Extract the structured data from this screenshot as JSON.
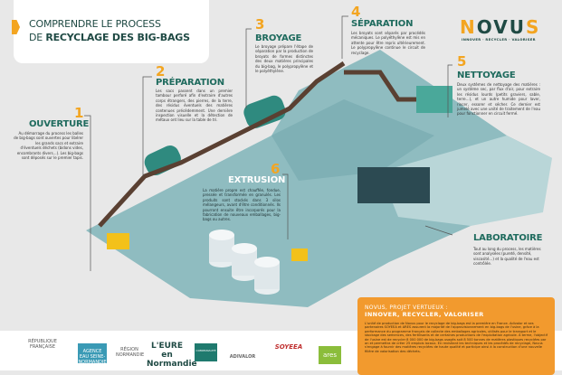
{
  "title": {
    "line1": "COMPRENDRE LE PROCESS",
    "line2_prefix": "DE ",
    "line2_bold": "RECYCLAGE DES BIG-BAGS"
  },
  "brand": {
    "name_a": "N",
    "name_b": "OVU",
    "name_c": "S",
    "tagline": "INNOVER · RECYCLER · VALORISER"
  },
  "steps": [
    {
      "number": "1",
      "title": "OUVERTURE",
      "text": "Au démarrage du process les balles de big-bags sont ouvertes pour libérer les grands sacs et extraire d'éventuels déchets (bidons vides, encombrants divers…). Les big-bags sont déposés sur le premier tapis."
    },
    {
      "number": "2",
      "title": "PRÉPARATION",
      "text": "Les sacs passent dans un premier tambour perforé afin d'extraire d'autres corps étrangers, des pierres, de la terre, des résidus éventuels des matières contenues précédemment. Une dernière inspection visuelle et la détection de métaux ont lieu sur la table de tri."
    },
    {
      "number": "3",
      "title": "BROYAGE",
      "text": "Le broyage prépare l'étape de séparation par la production de broyats de formes distinctes des deux matières principales du big-bag, le polypropylène et le polyéthylène."
    },
    {
      "number": "4",
      "title": "SÉPARATION",
      "text": "Les broyats sont séparés par procédés mécaniques. Le polyéthylène est mis en attente pour être repris ultérieurement. Le polypropylène continue le circuit de recyclage."
    },
    {
      "number": "5",
      "title": "NETTOYAGE",
      "text": "Deux systèmes de nettoyage des matières : un système sec, par flux d'air, pour extraire les résidus lourds (petits graviers, sable, terre…), et un autre humide pour laver, rincer, essorer et sécher. Ce dernier est jumelé avec une unité de traitement de l'eau pour fonctionner en circuit fermé."
    },
    {
      "number": "6",
      "title": "EXTRUSION",
      "text": "La matière propre est chauffée, fondue, pressée et transformée en granulés. Les produits sont stockés dans 3 silos mélangeurs, avant d'être conditionnés. Ils pourront ensuite être incorporés pour la fabrication de nouveaux emballages, big-bags ou autres."
    }
  ],
  "lab": {
    "title": "LABORATOIRE",
    "text": "Tout au long du process, les matières sont analysées (pureté, densité, viscosité…) et la qualité de l'eau est contrôlée."
  },
  "project": {
    "title1": "NOVUS, PROJET VERTUEUX :",
    "title2": "INNOVER, RECYCLER, VALORISER",
    "text": "L'unité de production de Novus pour le recyclage de big-bags est la première en France. Adivalor et ses partenaires SOYEEA et ARES assurent la majorité de l'approvisionnement en big-bags de l'usine, grâce à la performance du programme français de collecte des emballages agricoles, utilisés pour le transport et le stockage des semences, des fertilisants et de certaines productions de l'exploitation agricole. À terme, l'objectif de l'usine est de recycler 8 000 000 de big-bags usagés soit 8 500 tonnes de matières plastiques recyclées par an et permettra de créer 25 emplois locaux. En revisitant les techniques et les procédés de recyclage, Novus s'engage à fournir des matières recyclées de haute qualité et participe ainsi à la construction d'une nouvelle filière de valorisation des déchets."
  },
  "partners": [
    "RÉPUBLIQUE FRANÇAISE",
    "AGENCE EAU SEINE-NORMANDIE",
    "RÉGION NORMANDIE",
    "L'EURE en Normandie",
    "COMMUNAUTÉ",
    "ADIVALOR",
    "SOYEEA",
    "ares"
  ],
  "colors": {
    "accent": "#f3a521",
    "teal": "#1f6b5e",
    "floor": "#8fbcc0"
  }
}
